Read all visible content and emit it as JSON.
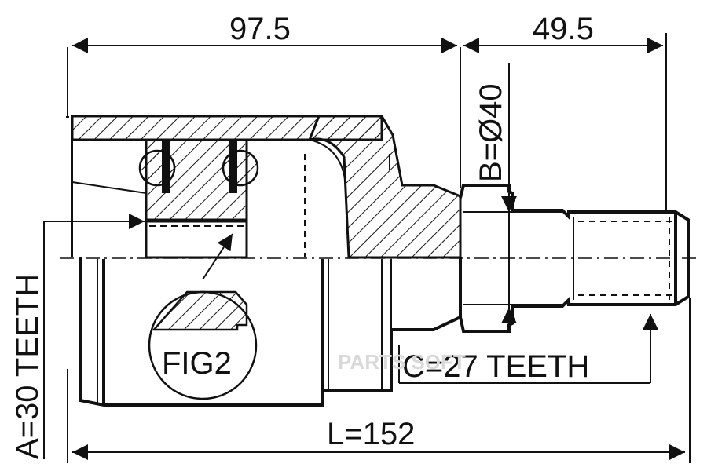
{
  "dimensions": {
    "overall_left": "97.5",
    "overall_right": "49.5",
    "diameter_b": "B=Ø40",
    "spline_a": "A=30 TEETH",
    "spline_c": "C=27 TEETH",
    "length_l": "L=152"
  },
  "detail_label": "FIG2",
  "watermark": "PARTS SOFT"
}
